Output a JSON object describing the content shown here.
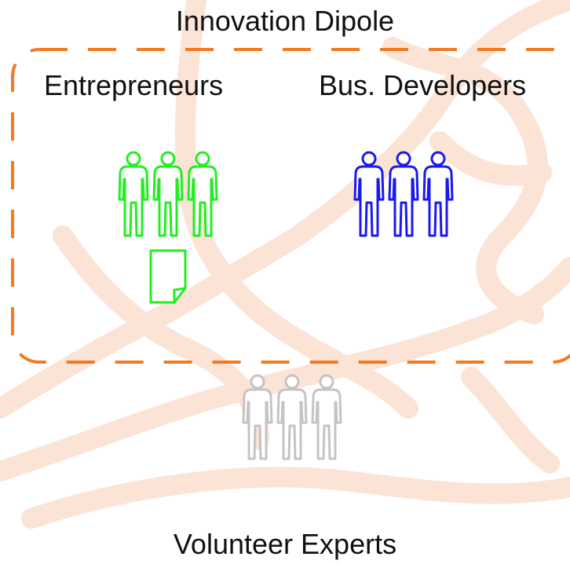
{
  "diagram": {
    "title": "Innovation Dipole",
    "groups": [
      {
        "id": "entrepreneurs",
        "label": "Entrepreneurs",
        "color": "#22ee22",
        "count": 3
      },
      {
        "id": "bus-developers",
        "label": "Bus. Developers",
        "color": "#1a1aee",
        "count": 3
      },
      {
        "id": "volunteer-experts",
        "label": "Volunteer Experts",
        "color": "#c4c4c4",
        "count": 3
      }
    ],
    "frame_color": "#f47a20",
    "background_color": "#fbe3d5",
    "document_icon": "document-icon"
  }
}
